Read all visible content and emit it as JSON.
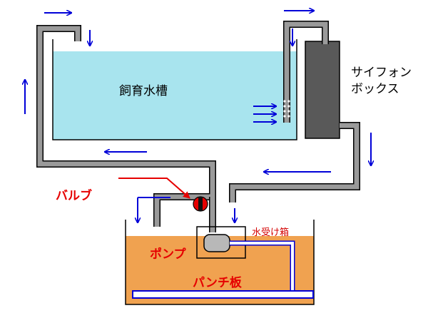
{
  "labels": {
    "tank": "飼育水槽",
    "siphon_line1": "サイフォン",
    "siphon_line2": "ボックス",
    "valve": "バルブ",
    "receiver": "水受け箱",
    "pump": "ポンプ",
    "plate": "パンチ板"
  },
  "colors": {
    "water": "#a8e4ee",
    "orange_water": "#f0a250",
    "pipe": "#9a9a9a",
    "siphon_box": "#595959",
    "arrow": "#0000d8",
    "label_red": "#e60000",
    "outline": "#000000"
  },
  "icons": {
    "flow_arrow": "arrow-icon",
    "valve": "valve-icon",
    "pump": "pump-icon"
  }
}
